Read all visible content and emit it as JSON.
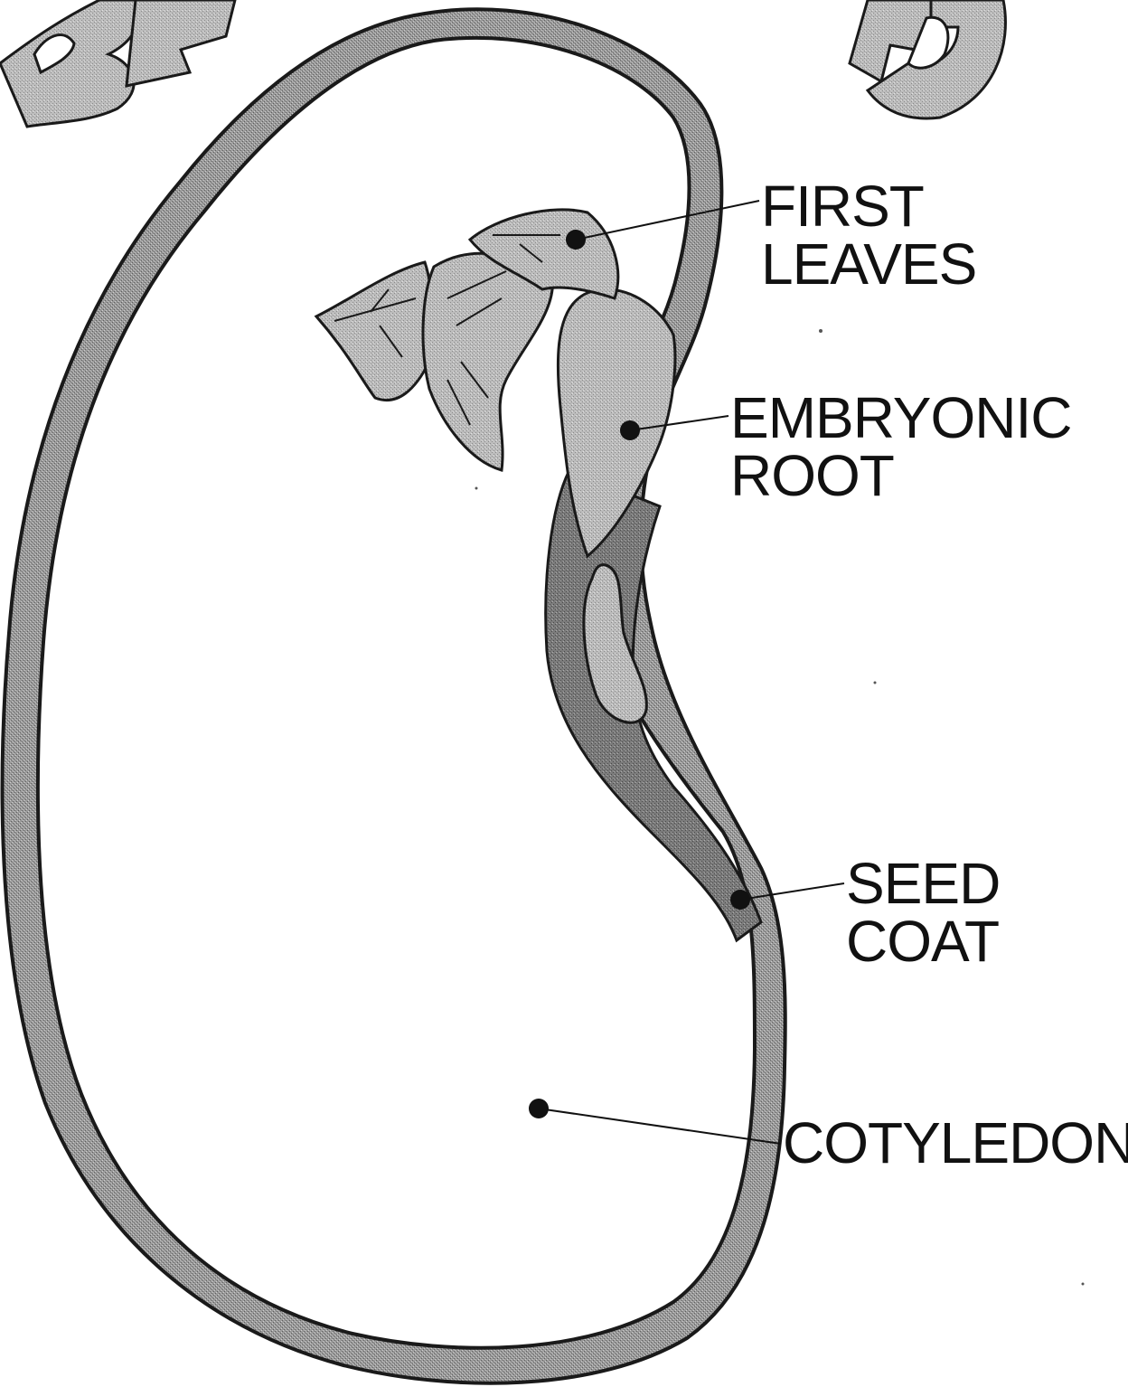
{
  "diagram": {
    "title_text": "BEAN SEED",
    "labels": {
      "first_leaves": [
        "FIRST",
        "LEAVES"
      ],
      "embryonic_root": [
        "EMBRYONIC",
        "ROOT"
      ],
      "seed_coat": [
        "SEED",
        "COAT"
      ],
      "cotyledon": [
        "COTYLEDON"
      ]
    },
    "colors": {
      "seed_coat_fill": "#8f8f8f",
      "embryo_fill": "#b8b8b8",
      "root_fill": "#7a7a7a",
      "root_inner_fill": "#a3a3a3",
      "outline": "#1a1a1a",
      "background": "#ffffff"
    }
  }
}
